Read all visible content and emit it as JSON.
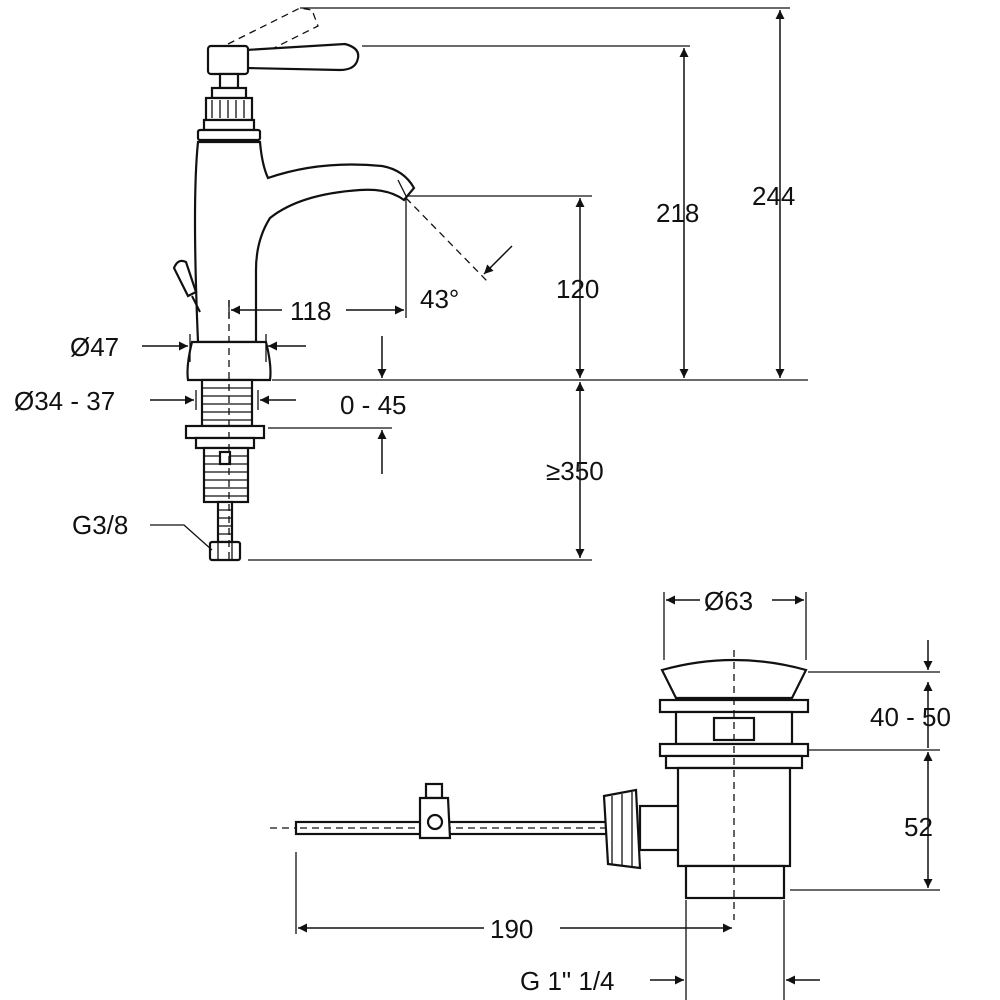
{
  "faucet_dimensions": {
    "height_total": "244",
    "height_lever": "218",
    "height_spout": "120",
    "spout_reach": "118",
    "spout_angle": "43°",
    "base_diameter": "Ø47",
    "hole_diameter": "Ø34 - 37",
    "deck_thickness": "0 - 45",
    "min_clearance": "≥350",
    "connection_thread": "G3/8"
  },
  "waste_dimensions": {
    "cap_diameter": "Ø63",
    "cap_height": "40 - 50",
    "body_height": "52",
    "rod_length": "190",
    "outlet_thread": "G 1\" 1/4"
  }
}
